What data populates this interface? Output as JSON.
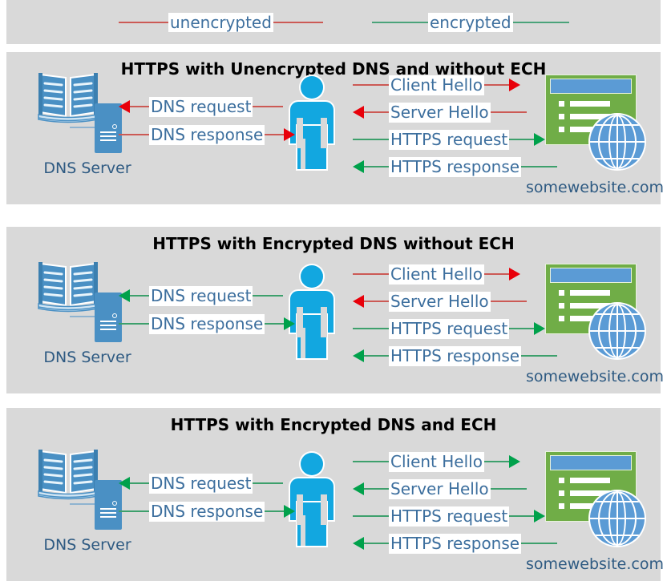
{
  "legend": {
    "items": [
      {
        "key": "unencrypted",
        "label": "unencrypted",
        "color": "#cc5a55"
      },
      {
        "key": "encrypted",
        "label": "encrypted",
        "color": "#4aa37a"
      }
    ]
  },
  "colors": {
    "panel_background": "#d9d9d9",
    "page_background": "#ffffff",
    "label_text": "#3d6f9e",
    "node_label_text": "#2e5a82",
    "title_text": "#000000",
    "unencrypted_line": "#cc5a55",
    "unencrypted_arrowhead": "#e8000a",
    "encrypted_line": "#3da06c",
    "encrypted_arrowhead": "#00a14b",
    "person": "#12a7e0",
    "server": "#4a90c4",
    "website_window": "#70ad47",
    "website_titlebar": "#5b9bd5",
    "globe": "#5b9bd5"
  },
  "nodes": {
    "dns_server_label": "DNS Server",
    "website_label": "somewebsite.com"
  },
  "panels": [
    {
      "id": "panel-1",
      "title": "HTTPS with Unencrypted DNS and without ECH",
      "dns_flows": [
        {
          "label": "DNS request",
          "direction": "left",
          "encrypted": false
        },
        {
          "label": "DNS response",
          "direction": "right",
          "encrypted": false
        }
      ],
      "web_flows": [
        {
          "label": "Client Hello",
          "direction": "right",
          "encrypted": false
        },
        {
          "label": "Server Hello",
          "direction": "left",
          "encrypted": false
        },
        {
          "label": "HTTPS request",
          "direction": "right",
          "encrypted": true
        },
        {
          "label": "HTTPS response",
          "direction": "left",
          "encrypted": true
        }
      ]
    },
    {
      "id": "panel-2",
      "title": "HTTPS with Encrypted DNS without ECH",
      "dns_flows": [
        {
          "label": "DNS request",
          "direction": "left",
          "encrypted": true
        },
        {
          "label": "DNS response",
          "direction": "right",
          "encrypted": true
        }
      ],
      "web_flows": [
        {
          "label": "Client Hello",
          "direction": "right",
          "encrypted": false
        },
        {
          "label": "Server Hello",
          "direction": "left",
          "encrypted": false
        },
        {
          "label": "HTTPS request",
          "direction": "right",
          "encrypted": true
        },
        {
          "label": "HTTPS response",
          "direction": "left",
          "encrypted": true
        }
      ]
    },
    {
      "id": "panel-3",
      "title": "HTTPS with Encrypted DNS and ECH",
      "dns_flows": [
        {
          "label": "DNS request",
          "direction": "left",
          "encrypted": true
        },
        {
          "label": "DNS response",
          "direction": "right",
          "encrypted": true
        }
      ],
      "web_flows": [
        {
          "label": "Client Hello",
          "direction": "right",
          "encrypted": true
        },
        {
          "label": "Server Hello",
          "direction": "left",
          "encrypted": true
        },
        {
          "label": "HTTPS request",
          "direction": "right",
          "encrypted": true
        },
        {
          "label": "HTTPS response",
          "direction": "left",
          "encrypted": true
        }
      ]
    }
  ]
}
